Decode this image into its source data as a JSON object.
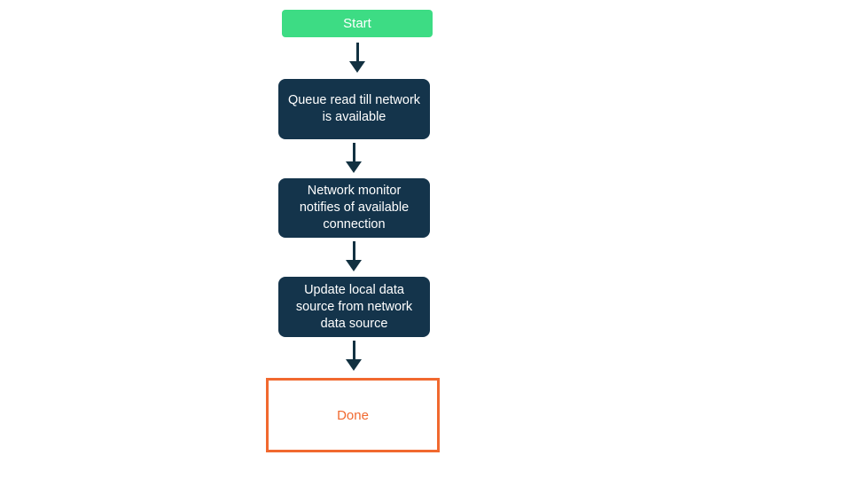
{
  "diagram": {
    "type": "flowchart",
    "direction": "top-down",
    "background_color": "#ffffff",
    "nodes": [
      {
        "id": "start",
        "kind": "start",
        "label": "Start",
        "fill": "#3ddc84",
        "text_color": "#ffffff"
      },
      {
        "id": "queue",
        "kind": "process",
        "label": "Queue read till network is available",
        "fill": "#14344b",
        "text_color": "#ffffff"
      },
      {
        "id": "monitor",
        "kind": "process",
        "label": "Network monitor notifies of available connection",
        "fill": "#14344b",
        "text_color": "#ffffff"
      },
      {
        "id": "update",
        "kind": "process",
        "label": "Update local data source from network data source",
        "fill": "#14344b",
        "text_color": "#ffffff"
      },
      {
        "id": "done",
        "kind": "end",
        "label": "Done",
        "fill": "#ffffff",
        "border_color": "#f1692f",
        "text_color": "#f1692f"
      }
    ],
    "edges": [
      {
        "from": "start",
        "to": "queue",
        "style": "arrow-down",
        "color": "#123141"
      },
      {
        "from": "queue",
        "to": "monitor",
        "style": "arrow-down",
        "color": "#123141"
      },
      {
        "from": "monitor",
        "to": "update",
        "style": "arrow-down",
        "color": "#123141"
      },
      {
        "from": "update",
        "to": "done",
        "style": "arrow-down",
        "color": "#123141"
      }
    ]
  }
}
